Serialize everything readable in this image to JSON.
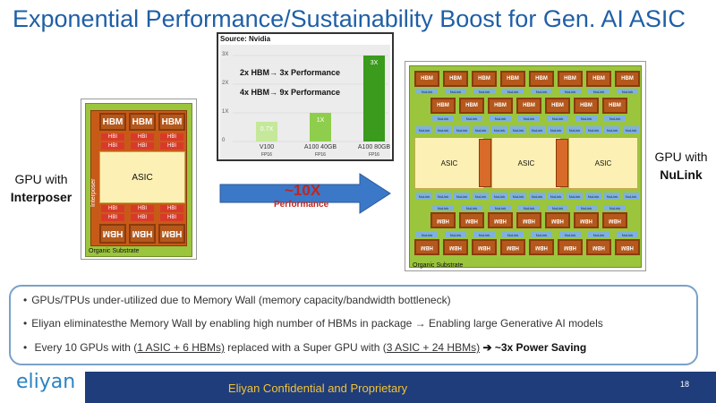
{
  "slide": {
    "title": "Exponential Performance/Sustainability Boost for Gen. AI ASIC",
    "page_number": "18",
    "footer": "Eliyan Confidential and Proprietary",
    "logo": "eliyan"
  },
  "left_gpu": {
    "label_line1": "GPU with",
    "label_line2": "Interposer",
    "hbm": "HBM",
    "hbi": "HBI",
    "asic": "ASIC",
    "interposer": "Interposer",
    "substrate": "Organic Substrate"
  },
  "right_gpu": {
    "label_line1": "GPU with",
    "label_line2": "NuLink",
    "hbm": "HBM",
    "nulink": "NuLink",
    "asic": "ASIC",
    "substrate": "Organic Substrate"
  },
  "arrow": {
    "big": "~10X",
    "sub": "Performance"
  },
  "chart_data": {
    "type": "bar",
    "source": "Source: Nvidia",
    "categories": [
      "V100",
      "A100 40GB",
      "A100 80GB"
    ],
    "category_sub": [
      "FP16",
      "FP16",
      "FP16"
    ],
    "values": [
      0.7,
      1,
      3
    ],
    "value_labels": [
      "0.7X",
      "1X",
      "3X"
    ],
    "colors": [
      "#c5e89a",
      "#8fce4c",
      "#3a9b1c"
    ],
    "yticks": [
      "0",
      "1X",
      "2X",
      "3X"
    ],
    "ylim": [
      0,
      3
    ],
    "annotations": [
      "2x HBM→ 3x Performance",
      "4x HBM→ 9x Performance"
    ]
  },
  "bullets": {
    "b1": "GPUs/TPUs under-utilized due to Memory Wall (memory capacity/bandwidth bottleneck)",
    "b2": "Eliyan eliminatesthe Memory Wall by enabling high number of HBMs in package → Enabling large Generative AI models",
    "b3_a": "Every 10 GPUs with (",
    "b3_b": "1 ASIC + 6 HBMs)",
    "b3_c": "replaced with a Super GPU with (",
    "b3_d": "3 ASIC + 24 HBMs)",
    "b3_e": "➔ ~3x Power Saving"
  },
  "colors": {
    "title": "#1f5fa6",
    "footer_bg": "#1f3d7a",
    "footer_text": "#f2c23a",
    "substrate": "#9bc53d",
    "hbm": "#b4581c",
    "asic": "#fdf0b4",
    "arrow": "#3c78c8",
    "accent_red": "#c0261f"
  }
}
